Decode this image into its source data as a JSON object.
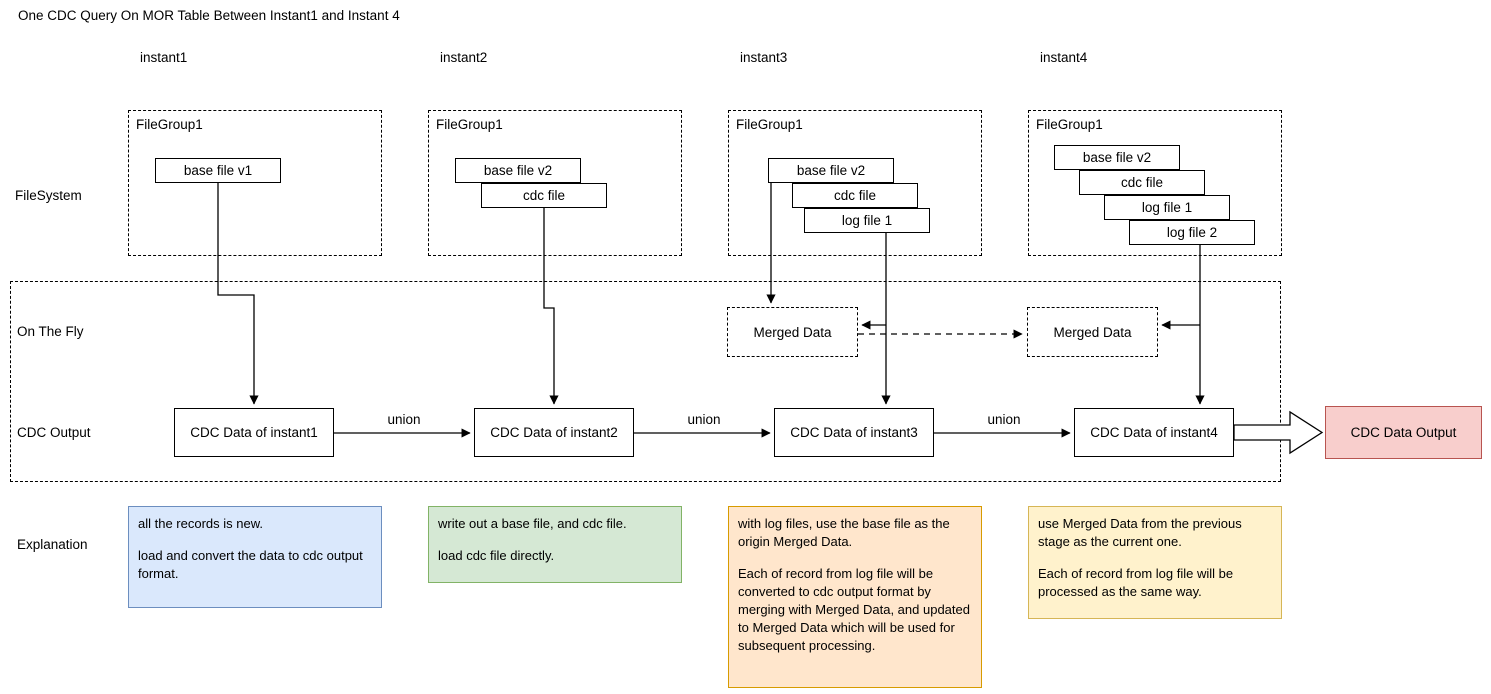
{
  "title": "One CDC Query On MOR Table Between Instant1 and Instant 4",
  "columns": [
    {
      "header": "instant1"
    },
    {
      "header": "instant2"
    },
    {
      "header": "instant3"
    },
    {
      "header": "instant4"
    }
  ],
  "row_labels": {
    "filesystem": "FileSystem",
    "on_the_fly": "On The Fly",
    "cdc_output": "CDC Output",
    "explanation": "Explanation"
  },
  "file_groups": [
    {
      "title": "FileGroup1",
      "files": [
        "base file v1"
      ]
    },
    {
      "title": "FileGroup1",
      "files": [
        "base file v2",
        "cdc file"
      ]
    },
    {
      "title": "FileGroup1",
      "files": [
        "base file v2",
        "cdc file",
        "log file 1"
      ]
    },
    {
      "title": "FileGroup1",
      "files": [
        "base file v2",
        "cdc file",
        "log file 1",
        "log file 2"
      ]
    }
  ],
  "merged_boxes": [
    {
      "label": "Merged Data"
    },
    {
      "label": "Merged Data"
    }
  ],
  "cdc_boxes": [
    {
      "label": "CDC Data of instant1"
    },
    {
      "label": "CDC Data of instant2"
    },
    {
      "label": "CDC Data of instant3"
    },
    {
      "label": "CDC Data of instant4"
    }
  ],
  "union_labels": [
    "union",
    "union",
    "union"
  ],
  "output_box": {
    "label": "CDC Data Output"
  },
  "explanations": [
    {
      "paragraphs": [
        "all the records is new.",
        "load and convert the data to cdc output format."
      ],
      "fill": "#dae8fc",
      "stroke": "#6c8ebf"
    },
    {
      "paragraphs": [
        "write out a base file, and cdc file.",
        "load cdc file directly."
      ],
      "fill": "#d5e8d4",
      "stroke": "#82b366"
    },
    {
      "paragraphs": [
        "with log files, use the base file as the origin Merged Data.",
        "Each of record from log file will be converted to cdc output format by merging with Merged Data, and updated to Merged Data which will be used for subsequent processing."
      ],
      "fill": "#ffe6cc",
      "stroke": "#d79b00"
    },
    {
      "paragraphs": [
        "use Merged Data from the previous stage as the current one.",
        "Each of record from log file will be processed as the same way."
      ],
      "fill": "#fff2cc",
      "stroke": "#d6b656"
    }
  ],
  "colors": {
    "stroke": "#000000",
    "output_fill": "#f8cecc",
    "output_stroke": "#b85450"
  }
}
